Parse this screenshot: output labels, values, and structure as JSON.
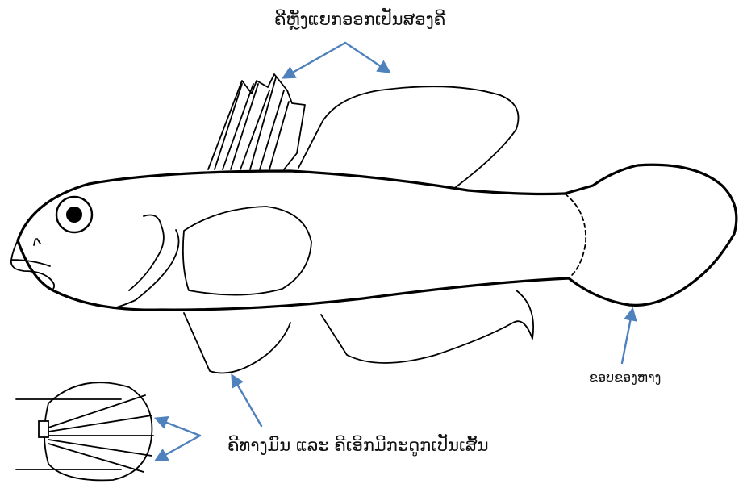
{
  "labels": {
    "dorsal_fins": "ຄີຫຼັງແຍກອອກເປັນສອງຄີ",
    "caudal_edge": "ຂອບຂອງຫາງ",
    "pelvic_fins": "ຄີທາງມົນ ແລະ ຄີເອິກມີກະດູກເປັນເສັ້ນ"
  },
  "colors": {
    "arrow": "#4f81bd",
    "outline": "#000000",
    "background": "#ffffff"
  }
}
